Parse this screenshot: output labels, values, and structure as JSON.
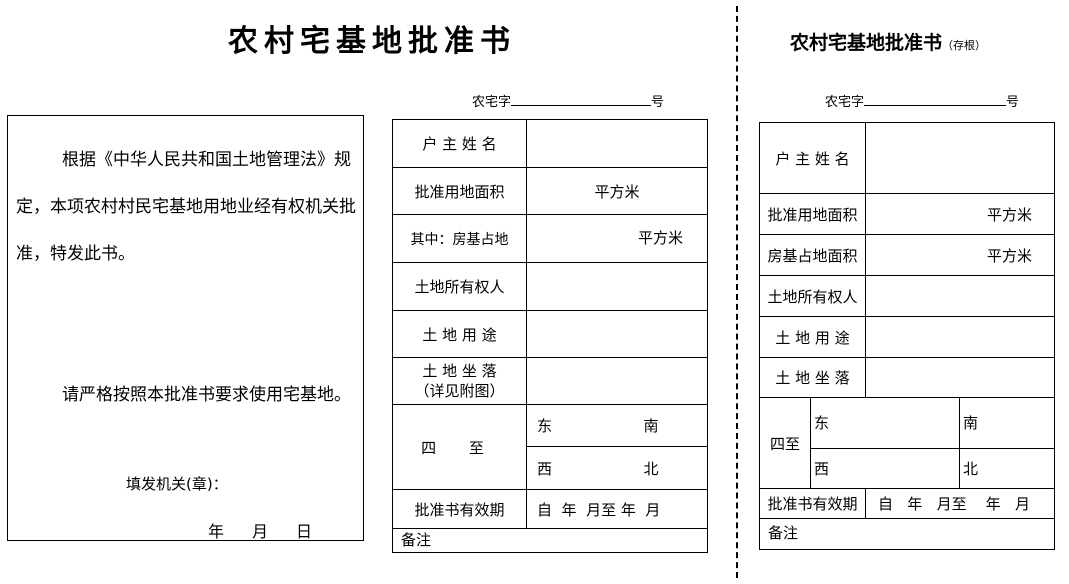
{
  "main": {
    "title": "农村宅基地批准书",
    "number_prefix": "农宅字",
    "number_suffix": "号",
    "notice_para1": "根据《中华人民共和国土地管理法》规定，本项农村村民宅基地用地业经有权机关批准，特发此书。",
    "notice_para2": "请严格按照本批准书要求使用宅基地。",
    "issuer_label": "填发机关(章)：",
    "date_year": "年",
    "date_month": "月",
    "date_day": "日",
    "rows": {
      "owner_name": "户 主 姓 名",
      "approved_area": "批准用地面积",
      "area_unit": "平方米",
      "house_area": "其中：房基占地",
      "house_area_unit": "平方米",
      "land_owner": "土地所有权人",
      "land_use": "土 地 用 途",
      "location": "土 地 坐 落",
      "location_note": "（详见附图）",
      "boundaries": "四 至",
      "east": "东",
      "south": "南",
      "west": "西",
      "north": "北",
      "validity": "批准书有效期",
      "validity_value": "自  年  月至 年  月",
      "remarks": "备注"
    }
  },
  "stub": {
    "title": "农村宅基地批准书",
    "title_tag": "（存根）",
    "number_prefix": "农宅字",
    "number_suffix": "号",
    "rows": {
      "owner_name": "户 主 姓 名",
      "approved_area": "批准用地面积",
      "area_unit": "平方米",
      "house_area": "房基占地面积",
      "house_area_unit": "平方米",
      "land_owner": "土地所有权人",
      "land_use": "土 地 用 途",
      "location": "土 地 坐 落",
      "boundaries": "四至",
      "east": "东",
      "south": "南",
      "west": "西",
      "north": "北",
      "validity": "批准书有效期",
      "validity_value": "自   年   月至    年   月",
      "remarks": "备注"
    }
  }
}
